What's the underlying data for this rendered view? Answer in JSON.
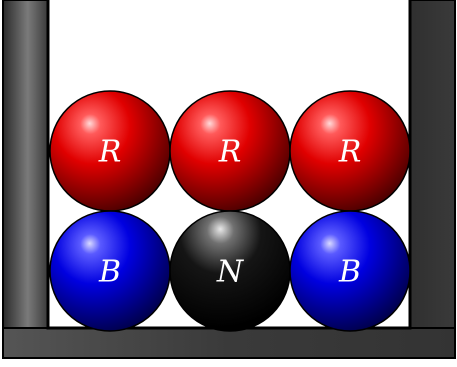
{
  "diagram": {
    "container_color": "#3a3a3a",
    "rows": [
      {
        "name": "top-row",
        "balls": [
          {
            "label": "R",
            "color": "red"
          },
          {
            "label": "R",
            "color": "red"
          },
          {
            "label": "R",
            "color": "red"
          }
        ]
      },
      {
        "name": "bottom-row",
        "balls": [
          {
            "label": "B",
            "color": "blue"
          },
          {
            "label": "N",
            "color": "black"
          },
          {
            "label": "B",
            "color": "blue"
          }
        ]
      }
    ],
    "colors": {
      "red": "#e00000",
      "blue": "#0000e0",
      "black": "#000000"
    }
  }
}
